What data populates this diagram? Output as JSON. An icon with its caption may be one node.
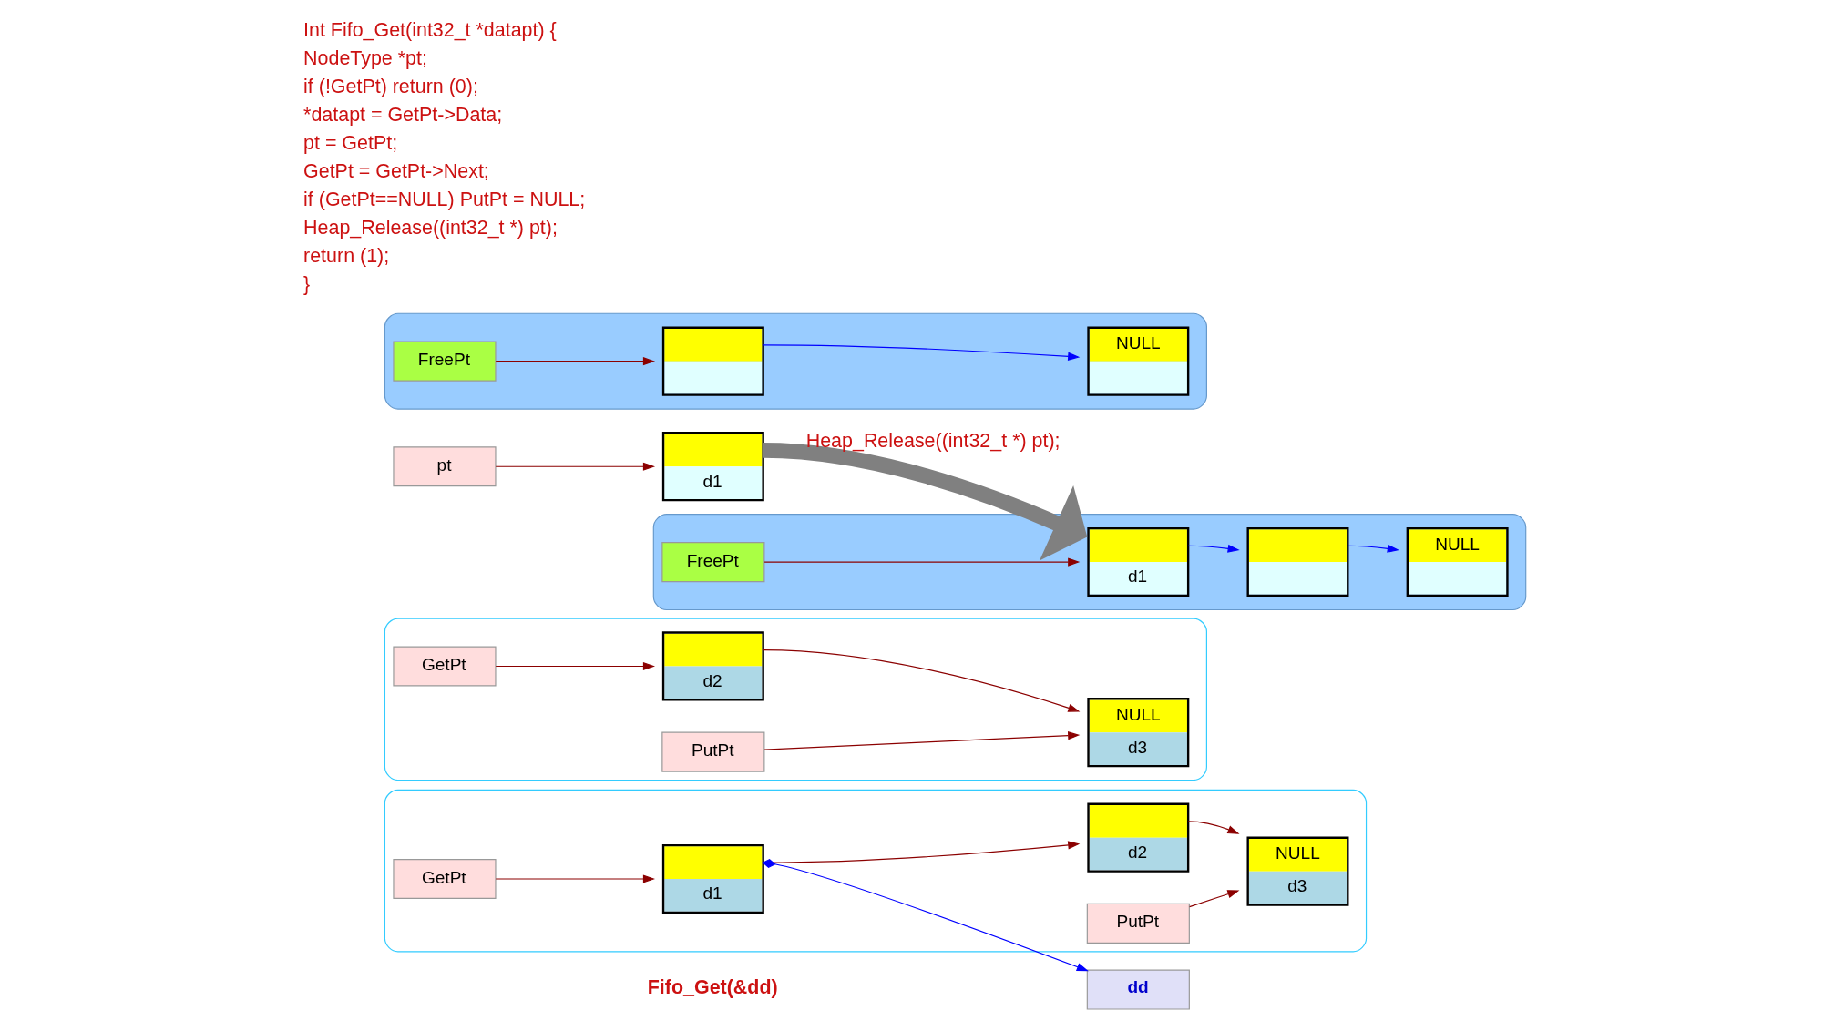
{
  "diagram": {
    "nodes": [
      {
        "text": [],
        "shape": "cloud"
      },
      {
        "text": [
          "GetPt"
        ],
        "in": 0
      },
      {
        "text": [
          "PutPt"
        ],
        "in": 0
      },
      {
        "text": [
          "d1"
        ],
        "in": 0
      },
      {
        "text": [
          "d2"
        ],
        "in": 0
      },
      {
        "text": [
          "NULL",
          "d3"
        ],
        "in": 0
      },
      {
        "text": [
          "dd"
        ]
      },
      {
        "text": [],
        "shape": "cloud"
      },
      {
        "text": [
          "pt"
        ]
      },
      {
        "text": [
          "GetPt"
        ],
        "in": 7
      },
      {
        "text": [
          "PutPt"
        ],
        "in": 7
      },
      {
        "text": [
          "d1"
        ]
      },
      {
        "text": [
          "d2"
        ],
        "in": 7
      },
      {
        "text": [
          "NULL",
          "d3"
        ],
        "in": 7
      },
      {
        "text": [],
        "shape": "cloud"
      },
      {
        "text": [
          "FreePt"
        ],
        "in": 14
      },
      {
        "text": [],
        "shape": "box",
        "in": 14
      },
      {
        "text": [
          "NULL"
        ],
        "in": 14
      },
      {
        "text": [],
        "shape": "cloud"
      },
      {
        "text": [
          "FreePt"
        ],
        "in": 18
      },
      {
        "text": [
          "d1"
        ],
        "in": 18
      },
      {
        "text": [],
        "shape": "box",
        "in": 18
      },
      {
        "text": [
          "NULL"
        ],
        "in": 18
      }
    ],
    "edges": [
      {
        "from": 1,
        "to": 3,
        "arrow": "to"
      },
      {
        "from": 3,
        "to": 4,
        "arrow": "to"
      },
      {
        "from": 4,
        "to": 5,
        "arrow": "to"
      },
      {
        "from": 2,
        "to": 5,
        "arrow": "to"
      },
      {
        "from": 3,
        "to": 6,
        "arrow": "to",
        "color": "#0000ff"
      },
      {
        "from": 8,
        "to": 11,
        "arrow": "to"
      },
      {
        "from": 9,
        "to": 12,
        "arrow": "to"
      },
      {
        "from": 12,
        "to": 13,
        "arrow": "to"
      },
      {
        "from": 10,
        "to": 13,
        "arrow": "to"
      },
      {
        "from": 15,
        "to": 16,
        "arrow": "to"
      },
      {
        "from": 16,
        "to": 17,
        "arrow": "to",
        "color": "#0000ff"
      },
      {
        "from": 11,
        "to": 20,
        "arrow": "to",
        "style": "thick",
        "color": "#808080",
        "label": "Heap_Release((int32_t *) pt);"
      },
      {
        "from": 19,
        "to": 20,
        "arrow": "to"
      },
      {
        "from": 20,
        "to": 21,
        "arrow": "to",
        "color": "#0000ff"
      },
      {
        "from": 21,
        "to": 22,
        "arrow": "to",
        "color": "#0000ff"
      }
    ],
    "labels": [
      "Int Fifo_Get(int32_t *datapt) {",
      "NodeType *pt;",
      "if (!GetPt) return (0);",
      "*datapt = GetPt->Data;",
      "pt = GetPt;",
      "GetPt = GetPt->Next;",
      "if (GetPt==NULL) PutPt = NULL;",
      "Heap_Release((int32_t *) pt);",
      "return (1);",
      "}",
      "Fifo_Get(&dd)"
    ]
  }
}
